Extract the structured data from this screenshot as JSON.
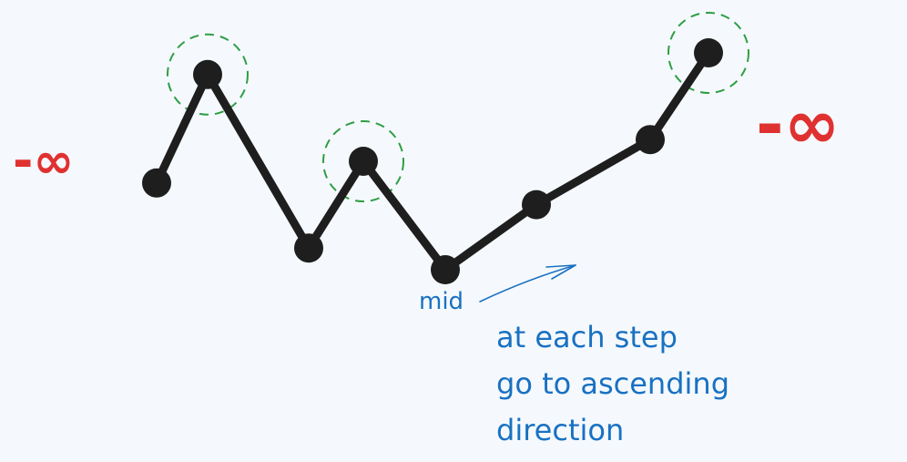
{
  "labels": {
    "neg_inf_left": "-∞",
    "neg_inf_right": "-∞",
    "mid": "mid",
    "note_lines": [
      "at each step",
      "go to ascending",
      "direction"
    ]
  },
  "colors": {
    "background": "#f5f9fd",
    "line": "#1e1e1e",
    "peak_ring": "#2f9e44",
    "infinity": "#e03131",
    "annotation": "#1971c2"
  },
  "diagram": {
    "nodes": [
      {
        "id": "n1",
        "value": 4
      },
      {
        "id": "n2",
        "value": 9,
        "peak": true
      },
      {
        "id": "n3",
        "value": 1
      },
      {
        "id": "n4",
        "value": 5,
        "peak": true
      },
      {
        "id": "n5",
        "value": 0,
        "mid": true
      },
      {
        "id": "n6",
        "value": 3
      },
      {
        "id": "n7",
        "value": 6
      },
      {
        "id": "n8",
        "value": 10,
        "peak": true
      }
    ]
  }
}
